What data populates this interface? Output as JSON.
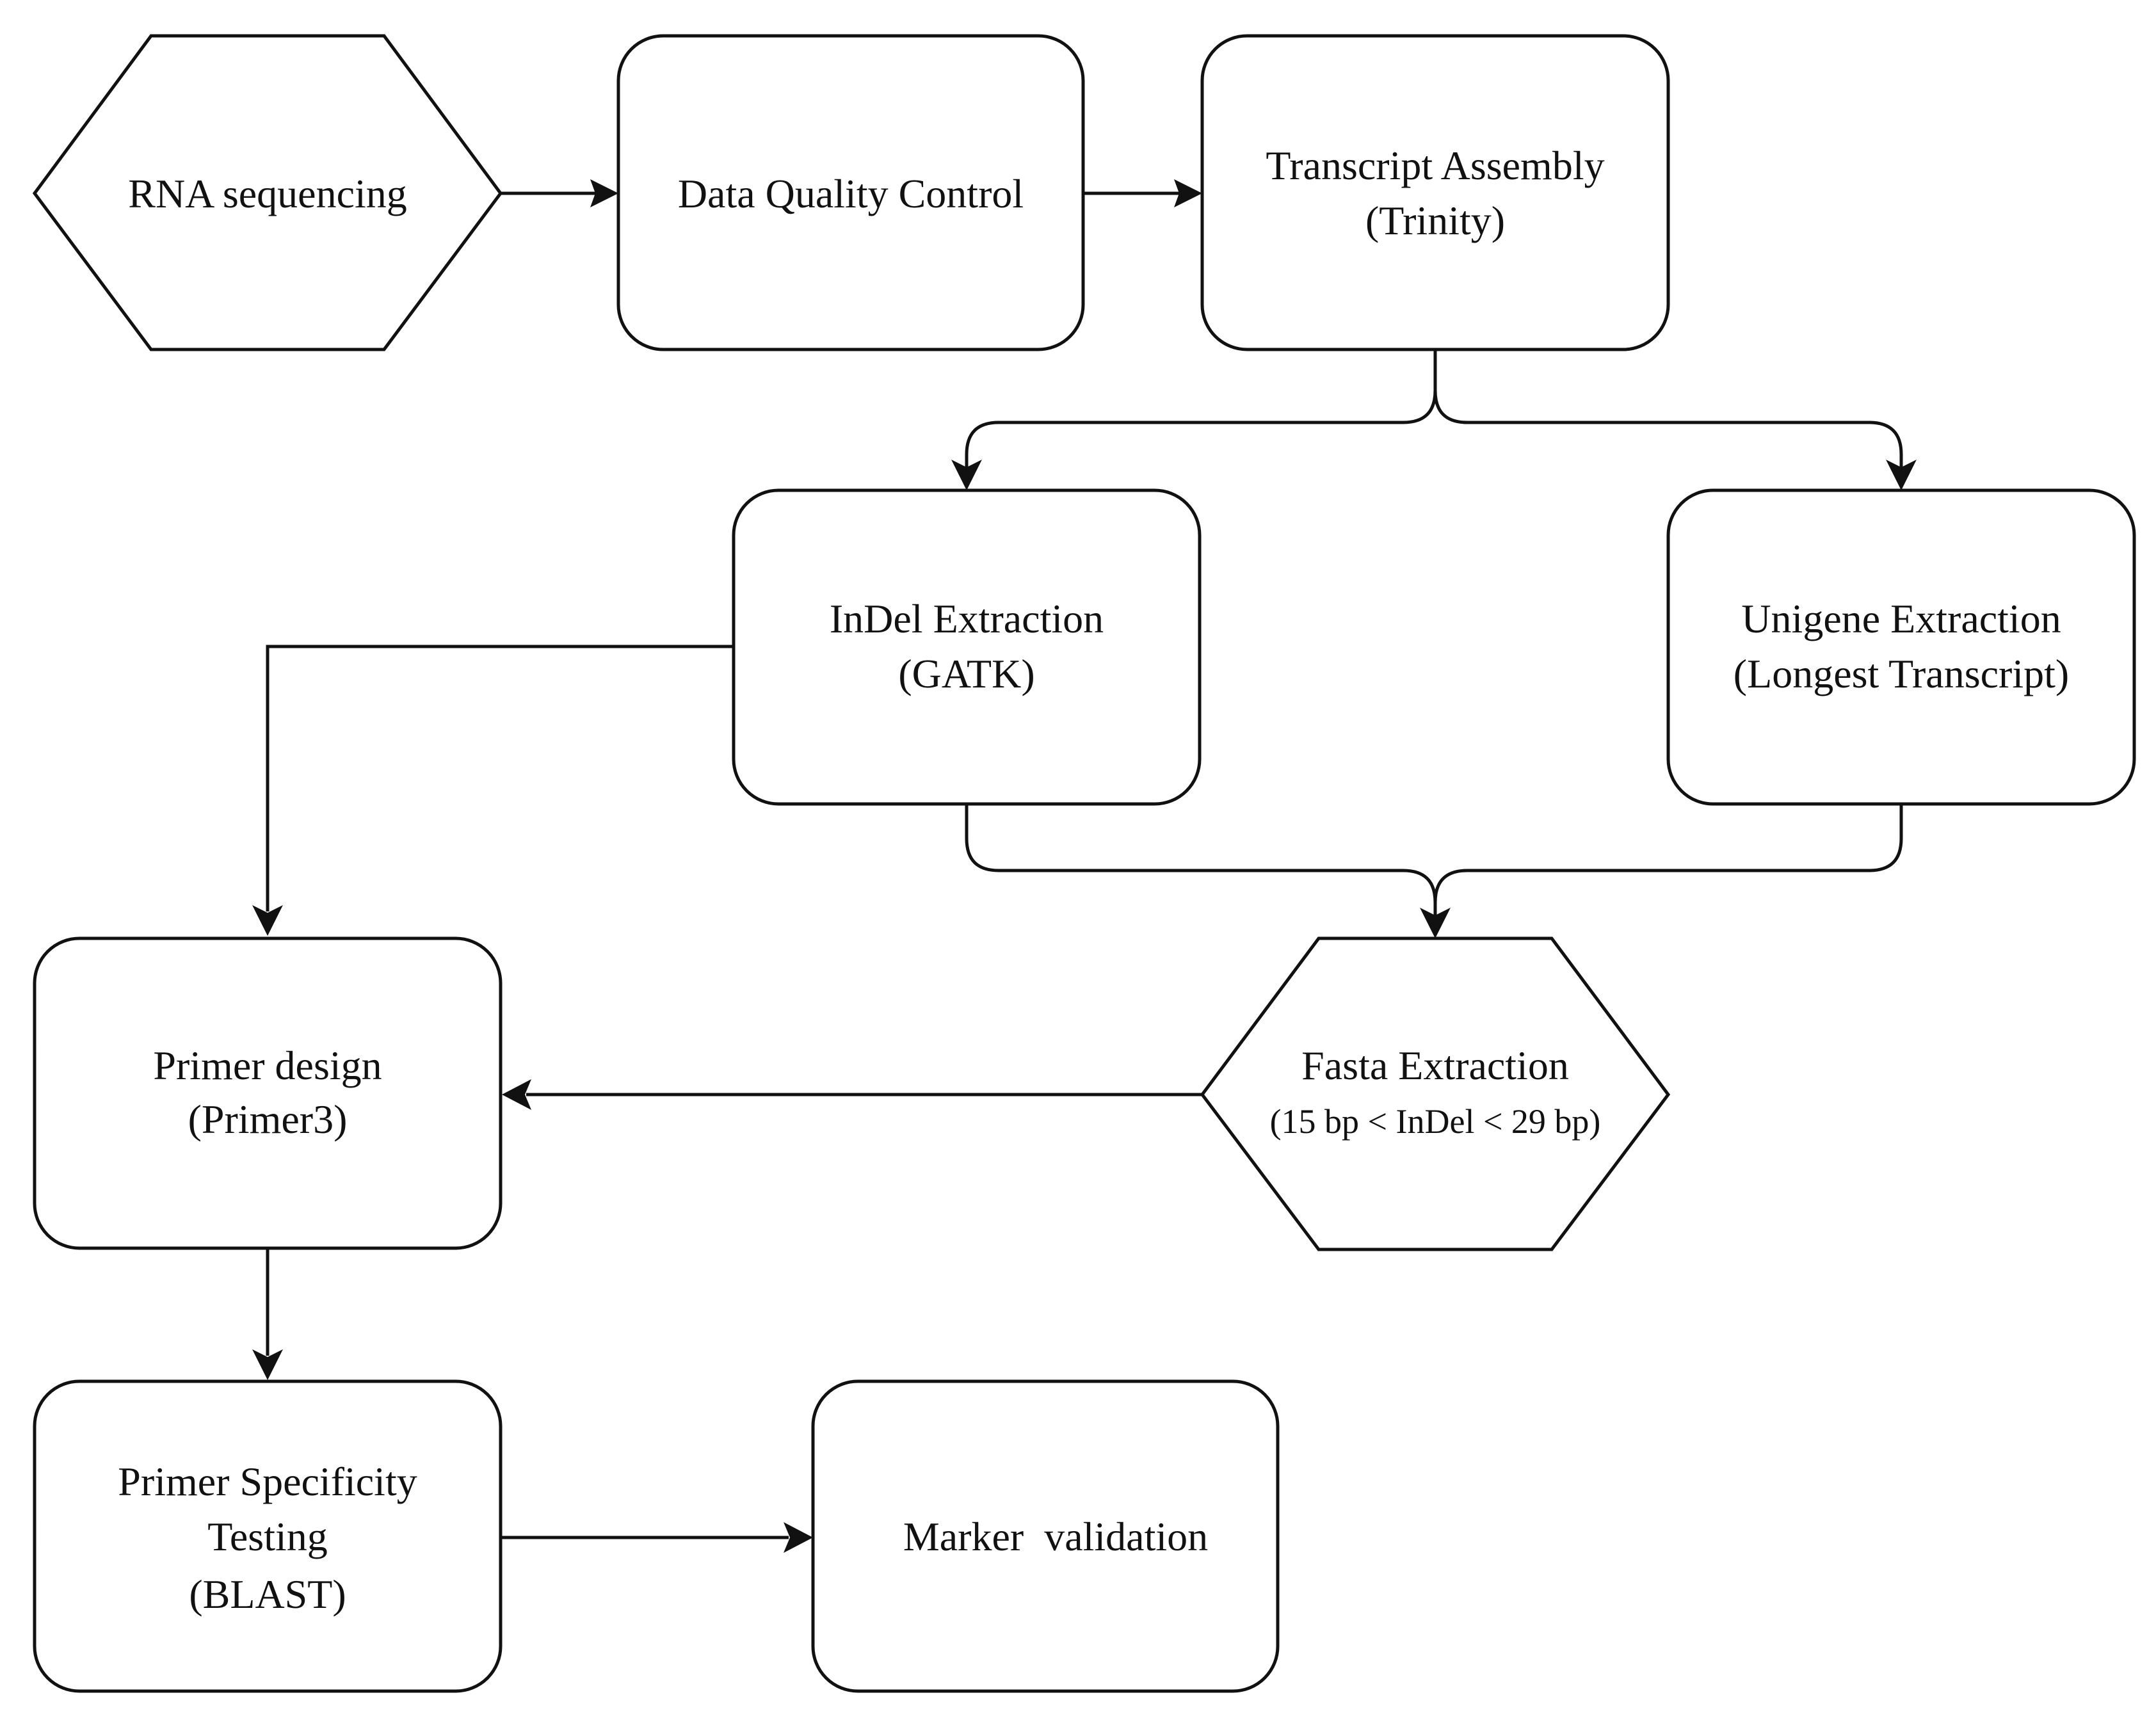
{
  "nodes": {
    "rna_sequencing": {
      "lines": [
        "RNA sequencing"
      ]
    },
    "data_quality_control": {
      "lines": [
        "Data Quality Control"
      ]
    },
    "transcript_assembly": {
      "lines": [
        "Transcript Assembly",
        "(Trinity)"
      ]
    },
    "indel_extraction": {
      "lines": [
        "InDel Extraction",
        "(GATK)"
      ]
    },
    "unigene_extraction": {
      "lines": [
        "Unigene Extraction",
        "(Longest Transcript)"
      ]
    },
    "primer_design": {
      "lines": [
        "Primer design",
        "(Primer3)"
      ]
    },
    "fasta_extraction": {
      "lines": [
        "Fasta Extraction",
        "(15 bp < InDel < 29 bp)"
      ]
    },
    "primer_specificity": {
      "lines": [
        "Primer Specificity",
        "Testing",
        "(BLAST)"
      ]
    },
    "marker_validation": {
      "lines": [
        "Marker  validation"
      ]
    }
  },
  "edges": [
    {
      "from": "rna_sequencing",
      "to": "data_quality_control"
    },
    {
      "from": "data_quality_control",
      "to": "transcript_assembly"
    },
    {
      "from": "transcript_assembly",
      "to": "indel_extraction"
    },
    {
      "from": "transcript_assembly",
      "to": "unigene_extraction"
    },
    {
      "from": "indel_extraction",
      "to": "fasta_extraction"
    },
    {
      "from": "unigene_extraction",
      "to": "fasta_extraction"
    },
    {
      "from": "indel_extraction",
      "to": "primer_design"
    },
    {
      "from": "fasta_extraction",
      "to": "primer_design"
    },
    {
      "from": "primer_design",
      "to": "primer_specificity"
    },
    {
      "from": "primer_specificity",
      "to": "marker_validation"
    }
  ],
  "colors": {
    "stroke": "#111111",
    "fill": "#ffffff",
    "text": "#111111"
  }
}
